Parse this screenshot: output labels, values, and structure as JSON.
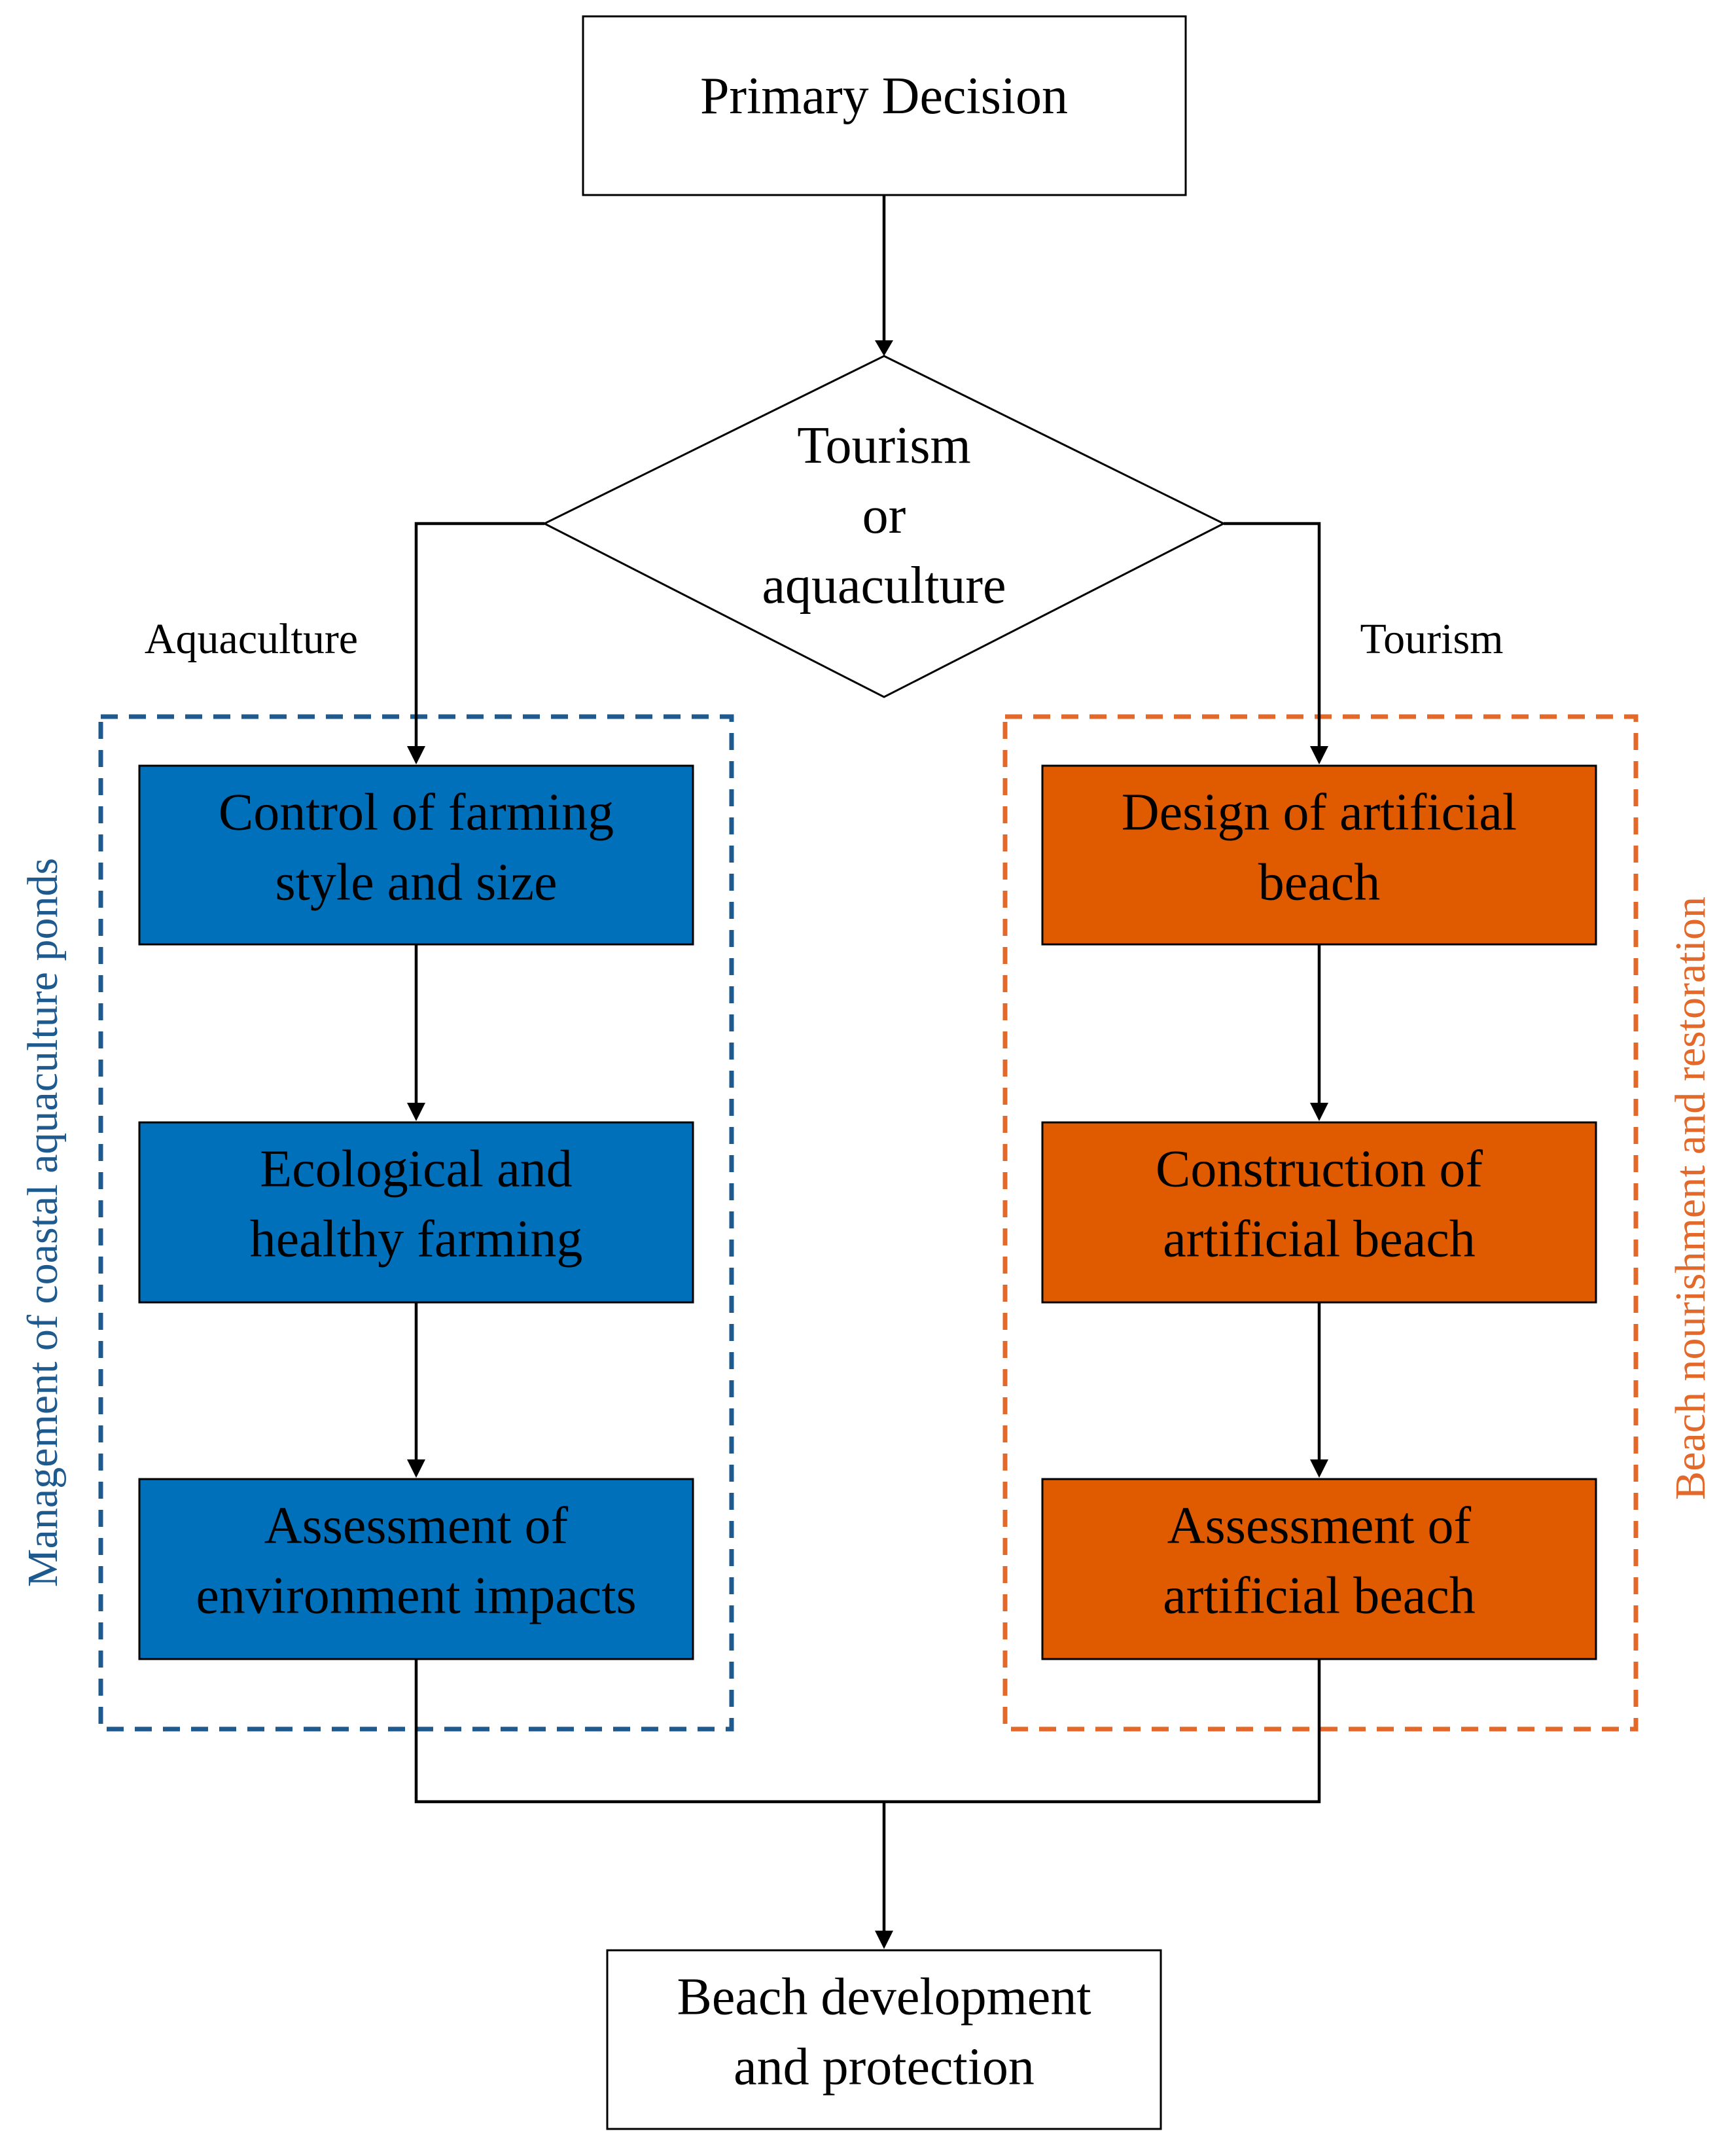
{
  "diagram": {
    "nodes": {
      "primary": {
        "lines": [
          "Primary Decision"
        ]
      },
      "decision": {
        "lines": [
          "Tourism",
          "or",
          "aquaculture"
        ]
      },
      "aqua_1": {
        "lines": [
          "Control of farming",
          "style and size"
        ]
      },
      "aqua_2": {
        "lines": [
          "Ecological and",
          "healthy farming"
        ]
      },
      "aqua_3": {
        "lines": [
          "Assessment of",
          "environment impacts"
        ]
      },
      "tour_1": {
        "lines": [
          "Design of artificial",
          "beach"
        ]
      },
      "tour_2": {
        "lines": [
          "Construction of",
          "artificial beach"
        ]
      },
      "tour_3": {
        "lines": [
          "Assessment of",
          "artificial beach"
        ]
      },
      "final": {
        "lines": [
          "Beach development",
          "and protection"
        ]
      }
    },
    "branch_labels": {
      "left": "Aquaculture",
      "right": "Tourism"
    },
    "groups": {
      "left": "Management of coastal aquaculture ponds",
      "right": "Beach nourishment and restoration"
    },
    "colors": {
      "aquaculture_fill": "#0070BB",
      "aquaculture_border": "#1F5A8E",
      "tourism_fill": "#E05A00",
      "tourism_border": "#E2692A",
      "line": "#000000"
    }
  }
}
